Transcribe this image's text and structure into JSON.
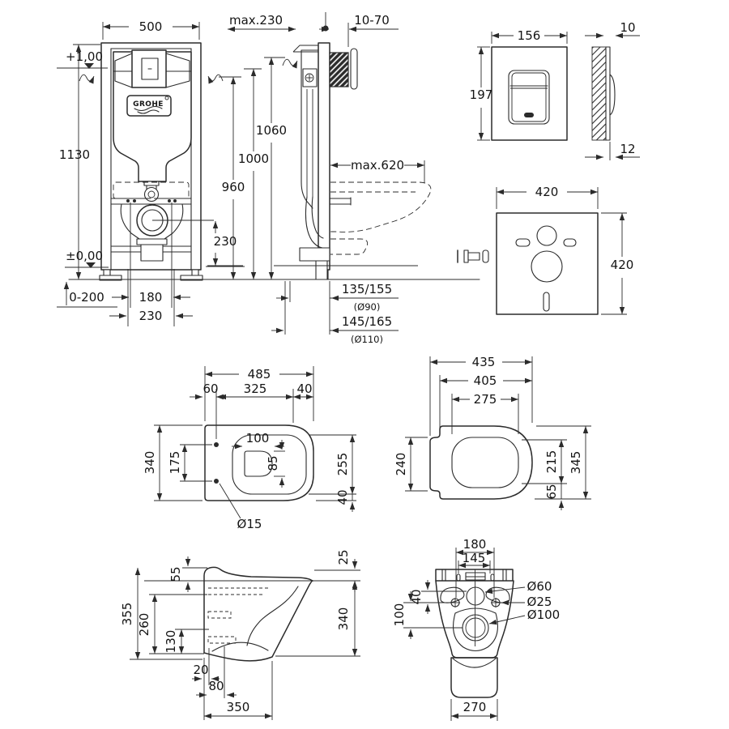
{
  "drawing": {
    "brand_logo": "GROHE",
    "frame_front": {
      "width": "500",
      "height": "1130",
      "level_plus": "+1,00",
      "level_zero": "±0,00",
      "foot_adjust": "0-200",
      "outlet_width": "180",
      "fixing_width": "230",
      "outlet_height": "230"
    },
    "install_heights": {
      "h960": "960",
      "h1000": "1000",
      "h1060": "1060"
    },
    "frame_side": {
      "depth": "max.230",
      "spigot": "10-70",
      "clearance": "max.620",
      "outlet_a": "135/155",
      "outlet_a_dia": "(Ø90)",
      "outlet_b": "145/165",
      "outlet_b_dia": "(Ø110)"
    },
    "flush_plate": {
      "width": "156",
      "height": "197",
      "thickness_top": "10",
      "thickness_bottom": "12"
    },
    "insulation_pad": {
      "width": "420",
      "height": "420"
    },
    "bowl_top": {
      "length": "485",
      "hole_offset": "60",
      "rim_length": "325",
      "front_edge": "40",
      "width": "340",
      "hole_spacing": "175",
      "inner_width": "100",
      "inner_depth": "85",
      "rim_width": "255",
      "rim_edge": "40",
      "hole_dia": "Ø15"
    },
    "seat_top": {
      "length_total": "435",
      "length_lid": "405",
      "opening_length": "275",
      "hinge_width": "240",
      "opening_width": "215",
      "front_edge": "65",
      "width_total": "345"
    },
    "bowl_side": {
      "seat_rise": "55",
      "lid_rise": "25",
      "height_total": "355",
      "height_mid": "260",
      "height_low": "130",
      "height_body": "340",
      "off_20": "20",
      "off_80": "80",
      "depth": "350"
    },
    "bowl_back": {
      "span_180": "180",
      "span_145": "145",
      "off_40": "40",
      "off_100": "100",
      "dia_60": "Ø60",
      "dia_25": "Ø25",
      "dia_100": "Ø100",
      "width_bottom": "270"
    }
  }
}
